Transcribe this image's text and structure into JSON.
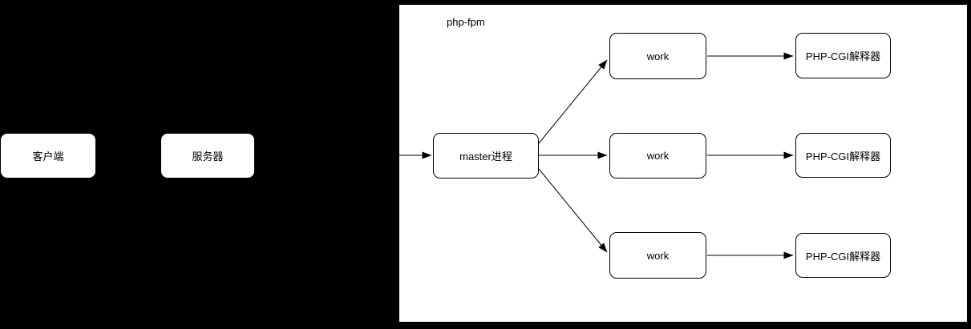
{
  "diagram": {
    "container_label": "php-fpm",
    "nodes": {
      "client": {
        "label": "客户端"
      },
      "server": {
        "label": "服务器"
      },
      "master": {
        "label": "master进程"
      },
      "work1": {
        "label": "work"
      },
      "work2": {
        "label": "work"
      },
      "work3": {
        "label": "work"
      },
      "cgi1": {
        "label": "PHP-CGI解释器"
      },
      "cgi2": {
        "label": "PHP-CGI解释器"
      },
      "cgi3": {
        "label": "PHP-CGI解释器"
      }
    },
    "edges": [
      {
        "from": "server",
        "to": "master"
      },
      {
        "from": "master",
        "to": "work1"
      },
      {
        "from": "master",
        "to": "work2"
      },
      {
        "from": "master",
        "to": "work3"
      },
      {
        "from": "work1",
        "to": "cgi1"
      },
      {
        "from": "work2",
        "to": "cgi2"
      },
      {
        "from": "work3",
        "to": "cgi3"
      }
    ],
    "colors": {
      "background": "#000000",
      "container_fill": "#ffffff",
      "node_fill": "#ffffff",
      "stroke": "#000000",
      "text": "#000000"
    }
  }
}
